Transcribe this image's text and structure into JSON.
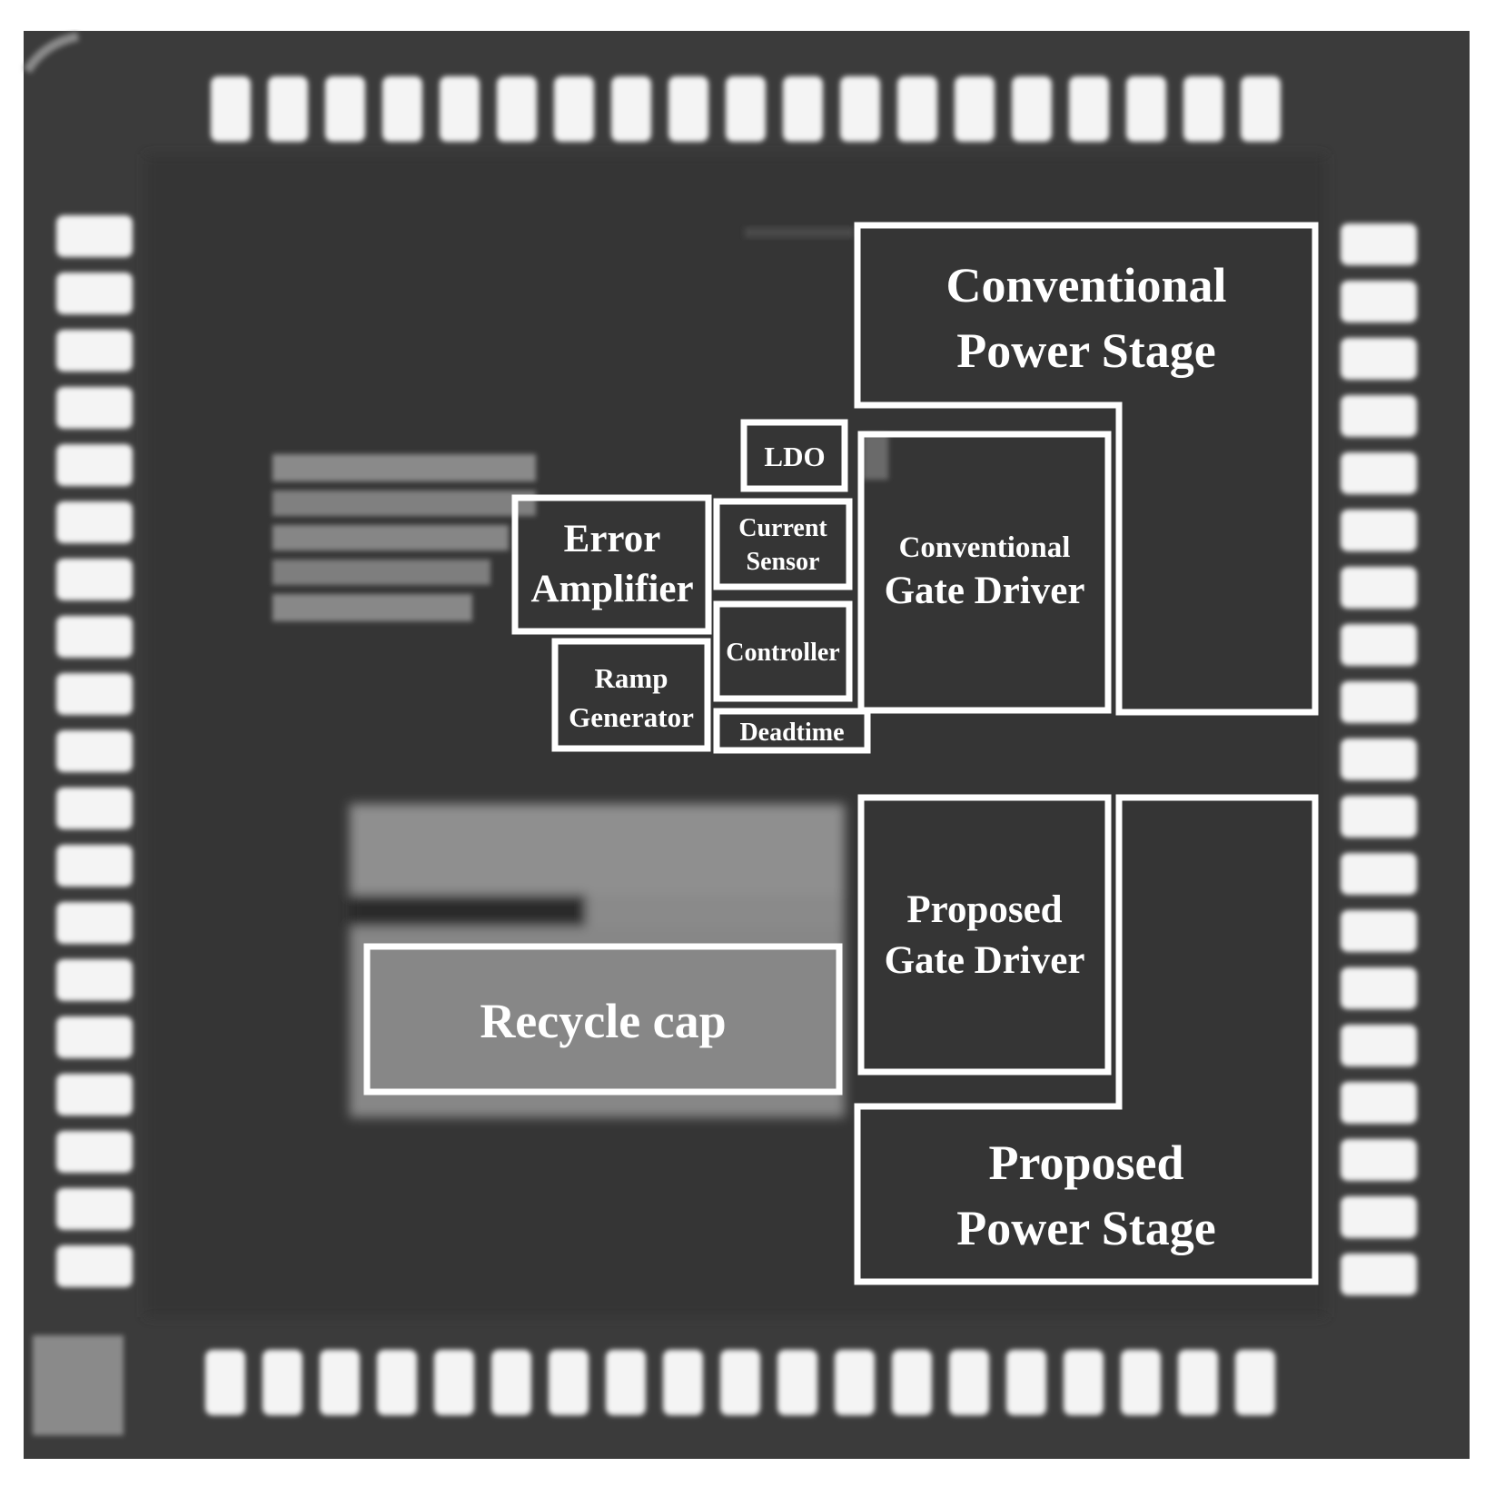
{
  "blocks": {
    "conventional_power_stage": {
      "line1": "Conventional",
      "line2": "Power Stage"
    },
    "conventional_gate_driver": {
      "line1": "Conventional",
      "line2": "Gate Driver"
    },
    "ldo": {
      "label": "LDO"
    },
    "error_amplifier": {
      "line1": "Error",
      "line2": "Amplifier"
    },
    "current_sensor": {
      "line1": "Current",
      "line2": "Sensor"
    },
    "controller": {
      "label": "Controller"
    },
    "ramp_generator": {
      "line1": "Ramp",
      "line2": "Generator"
    },
    "deadtime": {
      "label": "Deadtime"
    },
    "recycle_cap": {
      "label": "Recycle cap"
    },
    "proposed_gate_driver": {
      "line1": "Proposed",
      "line2": "Gate Driver"
    },
    "proposed_power_stage": {
      "line1": "Proposed",
      "line2": "Power Stage"
    }
  },
  "colors": {
    "die_background": "#3b3b3b",
    "box_outline": "#ffffff",
    "label_text": "#ffffff",
    "bond_pad": "#f4f4f4"
  }
}
